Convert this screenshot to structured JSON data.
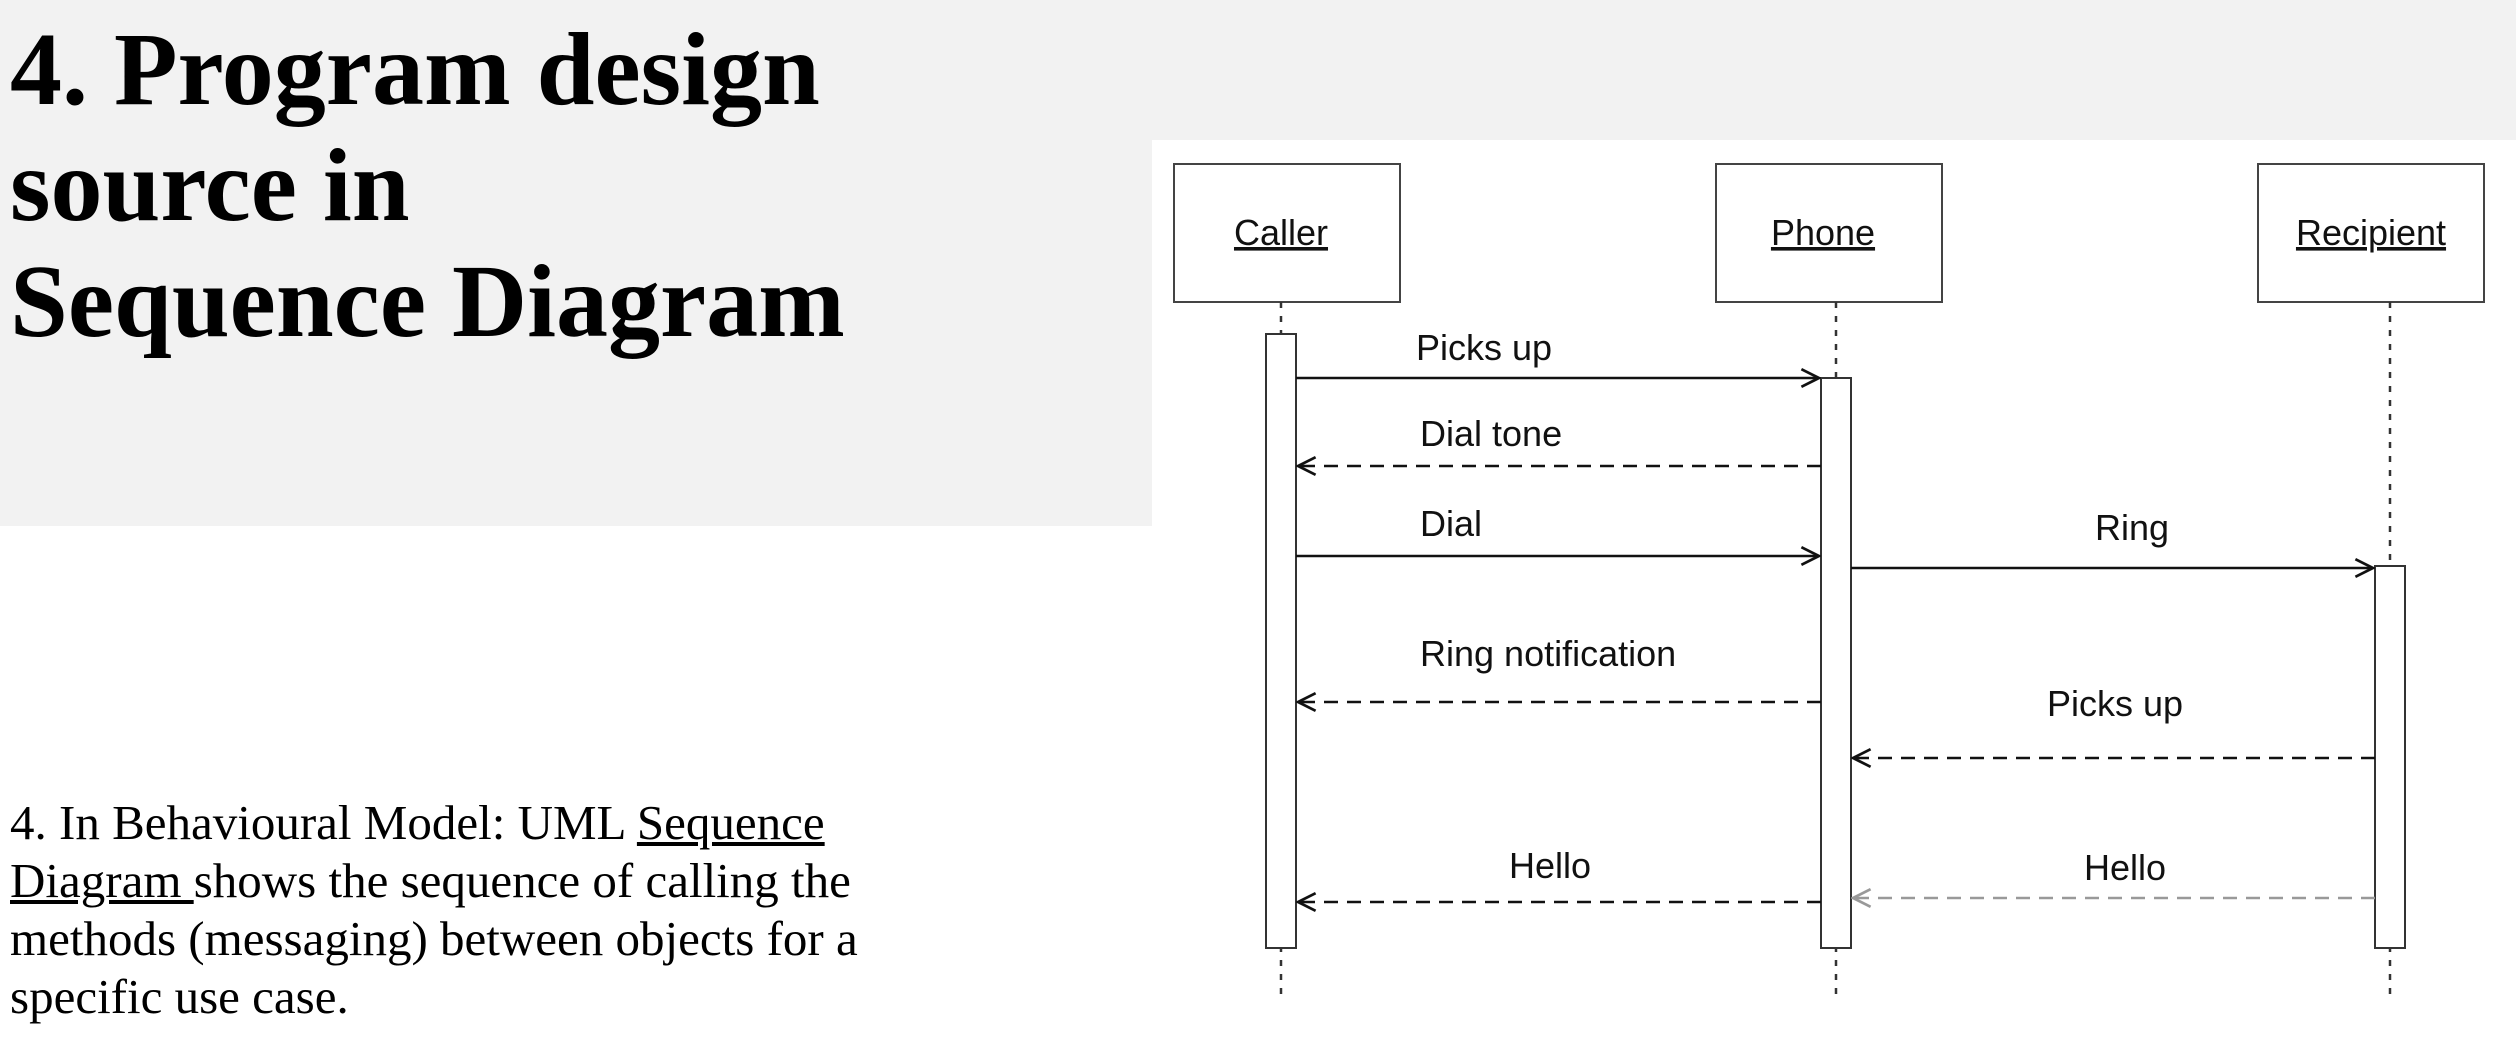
{
  "slide": {
    "title_line1": "4. Program design",
    "title_line2": "source in",
    "title_line3": "Sequence Diagram",
    "body_prefix": "4. In Behavioural Model: UML ",
    "body_link": "Sequence Diagram ",
    "body_suffix": "shows the sequence of calling the methods (messaging) between objects for a specific use case."
  },
  "diagram": {
    "lifelines": [
      {
        "name": "Caller"
      },
      {
        "name": "Phone"
      },
      {
        "name": "Recipient"
      }
    ],
    "messages": [
      {
        "label": "Picks up",
        "from": "Caller",
        "to": "Phone",
        "kind": "call"
      },
      {
        "label": "Dial tone",
        "from": "Phone",
        "to": "Caller",
        "kind": "return"
      },
      {
        "label": "Dial",
        "from": "Caller",
        "to": "Phone",
        "kind": "call"
      },
      {
        "label": "Ring",
        "from": "Phone",
        "to": "Recipient",
        "kind": "call"
      },
      {
        "label": "Ring notification",
        "from": "Phone",
        "to": "Caller",
        "kind": "return"
      },
      {
        "label": "Picks up",
        "from": "Recipient",
        "to": "Phone",
        "kind": "return"
      },
      {
        "label": "Hello",
        "from": "Phone",
        "to": "Caller",
        "kind": "return"
      },
      {
        "label": "Hello",
        "from": "Recipient",
        "to": "Phone",
        "kind": "return"
      }
    ]
  }
}
